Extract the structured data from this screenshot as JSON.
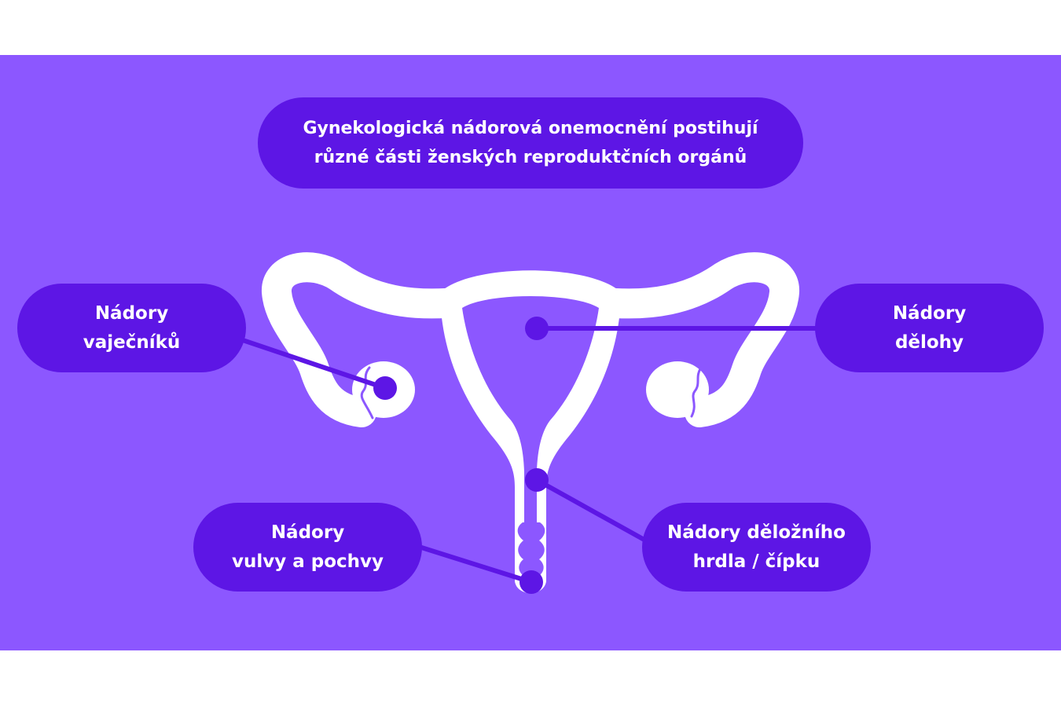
{
  "title": {
    "line1": "Gynekologická nádorová onemocnění postihují",
    "line2": "různé části ženských reproduktčních orgánů"
  },
  "labels": {
    "ovaries": {
      "line1": "Nádory",
      "line2": "vaječníků"
    },
    "uterus": {
      "line1": "Nádory",
      "line2": "dělohy"
    },
    "vulva": {
      "line1": "Nádory",
      "line2": "vulvy a pochvy"
    },
    "cervix": {
      "line1": "Nádory děložního",
      "line2": "hrdla / čípku"
    }
  },
  "colors": {
    "background": "#8c57ff",
    "pill": "#5d16e5",
    "organ": "#ffffff",
    "connector": "#5d16e5"
  },
  "icons": {
    "organ": "uterus-illustration-icon"
  }
}
